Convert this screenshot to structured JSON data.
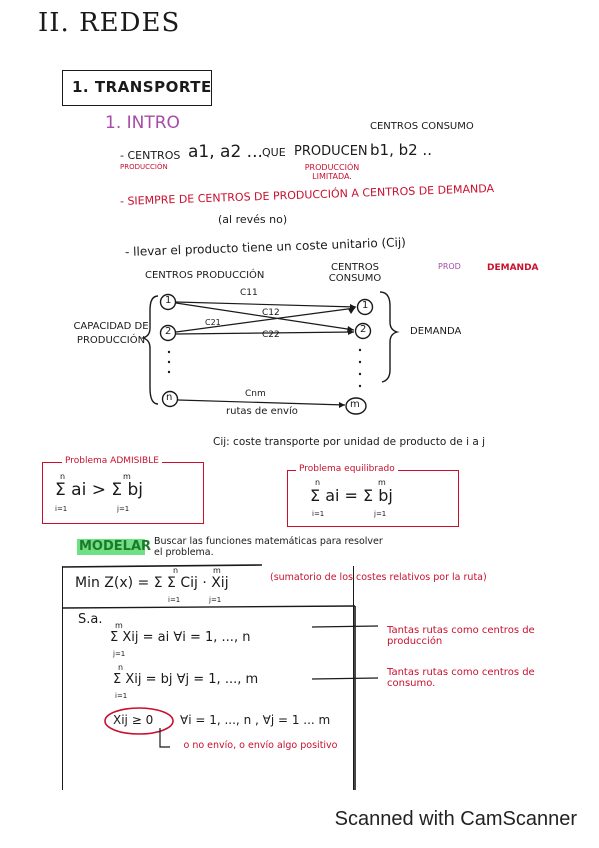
{
  "header": {
    "title": "II. REDES",
    "section": "1. TRANSPORTE",
    "subsection": "1. INTRO"
  },
  "intro": {
    "line1_prefix": "- CENTROS",
    "line1_sub": "PRODUCCIÓN",
    "line1_vars": "a1, a2 ...",
    "line1_mid": "QUE",
    "line1_word": "PRODUCEN",
    "line1_under": "PRODUCCIÓN LIMITADA.",
    "line1_top": "CENTROS CONSUMO",
    "line1_end": "b1, b2 ..",
    "line2": "- SIEMPRE DE CENTROS DE PRODUCCIÓN A CENTROS DE DEMANDA",
    "line2b": "(al revés no)",
    "line3": "- llevar el producto tiene un coste unitario (Cij)",
    "prod": "PROD",
    "demanda_label": "DEMANDA"
  },
  "network": {
    "prod_header": "CENTROS PRODUCCIÓN",
    "cons_header": "CENTROS CONSUMO",
    "left_brace": "CAPACIDAD DE PRODUCCIÓN",
    "right_brace": "DEMANDA",
    "nodes_left": [
      "1",
      "2",
      "n"
    ],
    "nodes_right": [
      "1",
      "2",
      "m"
    ],
    "edges": [
      "C11",
      "C12",
      "C21",
      "C22",
      "Cnm"
    ],
    "routes": "rutas de envío"
  },
  "definition": "Cij: coste transporte por unidad de producto de i a j",
  "admissible": {
    "title": "Problema ADMISIBLE",
    "formula": "Σ ai > Σ bj",
    "sum_i": "n",
    "sum_i_low": "i=1",
    "sum_j": "m",
    "sum_j_low": "j=1"
  },
  "balanced": {
    "title": "Problema equilibrado",
    "formula": "Σ ai = Σ bj",
    "sum_i": "n",
    "sum_i_low": "i=1",
    "sum_j": "m",
    "sum_j_low": "j=1"
  },
  "model": {
    "label": "MODELAR",
    "desc": "Buscar las funciones matemáticas para resolver el problema.",
    "objective": "Min Z(x) = Σ Σ Cij · Xij",
    "obj_sum_n": "n",
    "obj_sum_i": "i=1",
    "obj_sum_m": "m",
    "obj_sum_j": "j=1",
    "objective_note": "(sumatorio de los costes relativos por la ruta)",
    "sa": "S.a.",
    "c1": "Σ Xij = ai     ∀i = 1, ..., n",
    "c1_sum_top": "m",
    "c1_sum_low": "j=1",
    "c1_note": "Tantas rutas como centros de producción",
    "c2": "Σ Xij = bj     ∀j = 1, ..., m",
    "c2_sum_top": "n",
    "c2_sum_low": "i=1",
    "c2_note": "Tantas rutas como centros de consumo.",
    "c3_circle": "Xij ≥ 0",
    "c3_rest": "∀i = 1, ..., n , ∀j = 1 ... m",
    "c3_note": "o no envío, o envío algo positivo"
  },
  "footer": {
    "watermark": "Scanned with CamScanner"
  },
  "colors": {
    "ink": "#1a1a1a",
    "red": "#c8102e",
    "violet": "#a64ca6",
    "green_highlight": "#3fd65a",
    "green_text": "#1d7a2c"
  }
}
